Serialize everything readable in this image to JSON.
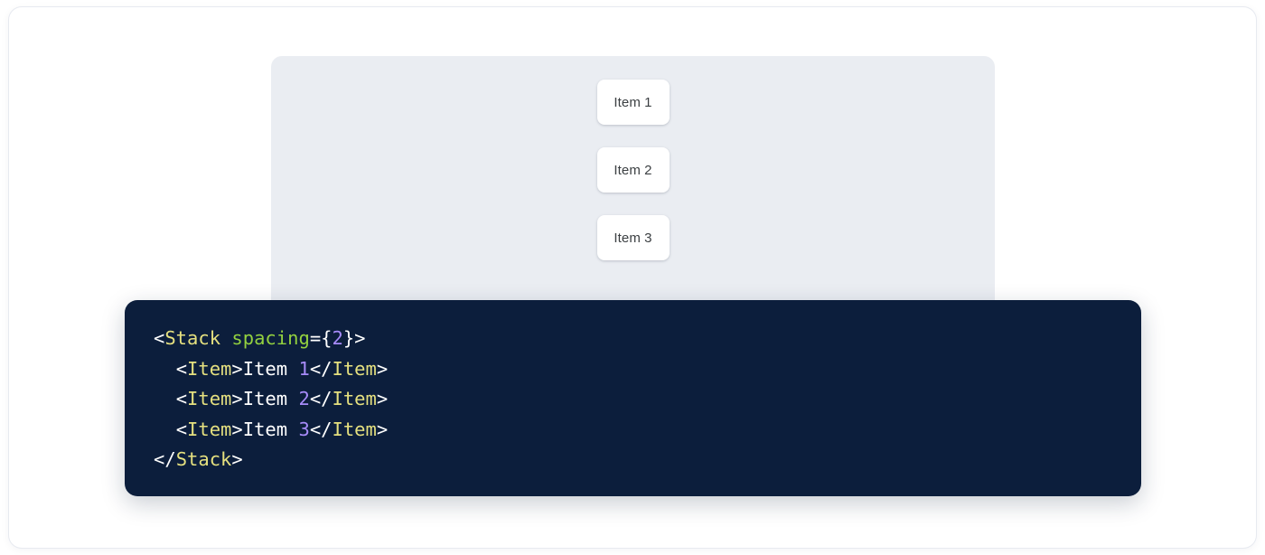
{
  "preview": {
    "panel_name": "component-preview-panel",
    "stack": {
      "direction": "vertical",
      "spacing": 2,
      "items": [
        {
          "label": "Item 1"
        },
        {
          "label": "Item 2"
        },
        {
          "label": "Item 3"
        }
      ]
    }
  },
  "code": {
    "language": "jsx",
    "lines": [
      {
        "indent": "",
        "tokens": [
          {
            "t": "<",
            "c": "tok-punct"
          },
          {
            "t": "Stack",
            "c": "tok-tag"
          },
          {
            "t": " ",
            "c": "tok-punct"
          },
          {
            "t": "spacing",
            "c": "tok-attr"
          },
          {
            "t": "={",
            "c": "tok-punct"
          },
          {
            "t": "2",
            "c": "tok-num"
          },
          {
            "t": "}>",
            "c": "tok-punct"
          }
        ]
      },
      {
        "indent": "  ",
        "tokens": [
          {
            "t": "<",
            "c": "tok-punct"
          },
          {
            "t": "Item",
            "c": "tok-tag"
          },
          {
            "t": ">",
            "c": "tok-punct"
          },
          {
            "t": "Item ",
            "c": "tok-text"
          },
          {
            "t": "1",
            "c": "tok-num"
          },
          {
            "t": "</",
            "c": "tok-punct"
          },
          {
            "t": "Item",
            "c": "tok-tag"
          },
          {
            "t": ">",
            "c": "tok-punct"
          }
        ]
      },
      {
        "indent": "  ",
        "tokens": [
          {
            "t": "<",
            "c": "tok-punct"
          },
          {
            "t": "Item",
            "c": "tok-tag"
          },
          {
            "t": ">",
            "c": "tok-punct"
          },
          {
            "t": "Item ",
            "c": "tok-text"
          },
          {
            "t": "2",
            "c": "tok-num"
          },
          {
            "t": "</",
            "c": "tok-punct"
          },
          {
            "t": "Item",
            "c": "tok-tag"
          },
          {
            "t": ">",
            "c": "tok-punct"
          }
        ]
      },
      {
        "indent": "  ",
        "tokens": [
          {
            "t": "<",
            "c": "tok-punct"
          },
          {
            "t": "Item",
            "c": "tok-tag"
          },
          {
            "t": ">",
            "c": "tok-punct"
          },
          {
            "t": "Item ",
            "c": "tok-text"
          },
          {
            "t": "3",
            "c": "tok-num"
          },
          {
            "t": "</",
            "c": "tok-punct"
          },
          {
            "t": "Item",
            "c": "tok-tag"
          },
          {
            "t": ">",
            "c": "tok-punct"
          }
        ]
      },
      {
        "indent": "",
        "tokens": [
          {
            "t": "</",
            "c": "tok-punct"
          },
          {
            "t": "Stack",
            "c": "tok-tag"
          },
          {
            "t": ">",
            "c": "tok-punct"
          }
        ]
      }
    ],
    "plain_text": "<Stack spacing={2}>\n  <Item>Item 1</Item>\n  <Item>Item 2</Item>\n  <Item>Item 3</Item>\n</Stack>"
  },
  "colors": {
    "page_background": "#ffffff",
    "panel_background": "#eaedf2",
    "card_background": "#ffffff",
    "card_text": "#3c4043",
    "code_background": "#0c1e3c",
    "code_default": "#ffffff",
    "code_tag": "#e5e07f",
    "code_attribute": "#93d13f",
    "code_number": "#a78bfa"
  }
}
